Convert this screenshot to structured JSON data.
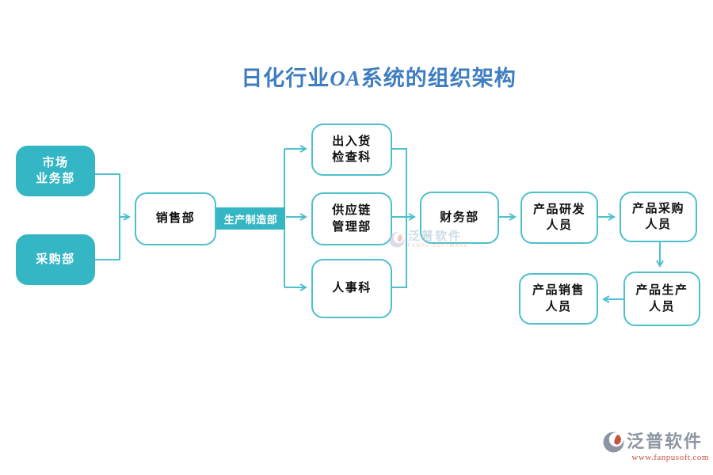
{
  "title": {
    "prefix": "日化行业",
    "oa": "OA",
    "suffix": "系统的组织架构"
  },
  "nodes": {
    "market": {
      "label": "市场\n业务部"
    },
    "purchasing": {
      "label": "采购部"
    },
    "sales": {
      "label": "销售部"
    },
    "production": {
      "label": "生产制造部"
    },
    "inspection": {
      "label": "出入货\n检查科"
    },
    "supply_chain": {
      "label": "供应链\n管理部"
    },
    "hr": {
      "label": "人事科"
    },
    "finance": {
      "label": "财务部"
    },
    "rd_staff": {
      "label": "产品研发\n人员"
    },
    "procurement_staff": {
      "label": "产品采购\n人员"
    },
    "production_staff": {
      "label": "产品生产\n人员"
    },
    "sales_staff": {
      "label": "产品销售\n人员"
    }
  },
  "watermarks": {
    "center": {
      "brand": "泛普软件",
      "sub": "FANPU SOFTWARE"
    },
    "footer": {
      "brand": "泛普软件",
      "url": "www.fanpusoft.com"
    }
  },
  "colors": {
    "teal_fill": "#35b6c4",
    "teal_border": "#4ec0cd",
    "connector_line": "#4ec0cd",
    "title_blue": "#3e7dc0",
    "node_text_dark": "#101010",
    "node_text_light": "#ffffff",
    "brand_gray": "#8d95a3",
    "brand_red": "#c5543f",
    "watermark_orange": "#e89a6e"
  }
}
